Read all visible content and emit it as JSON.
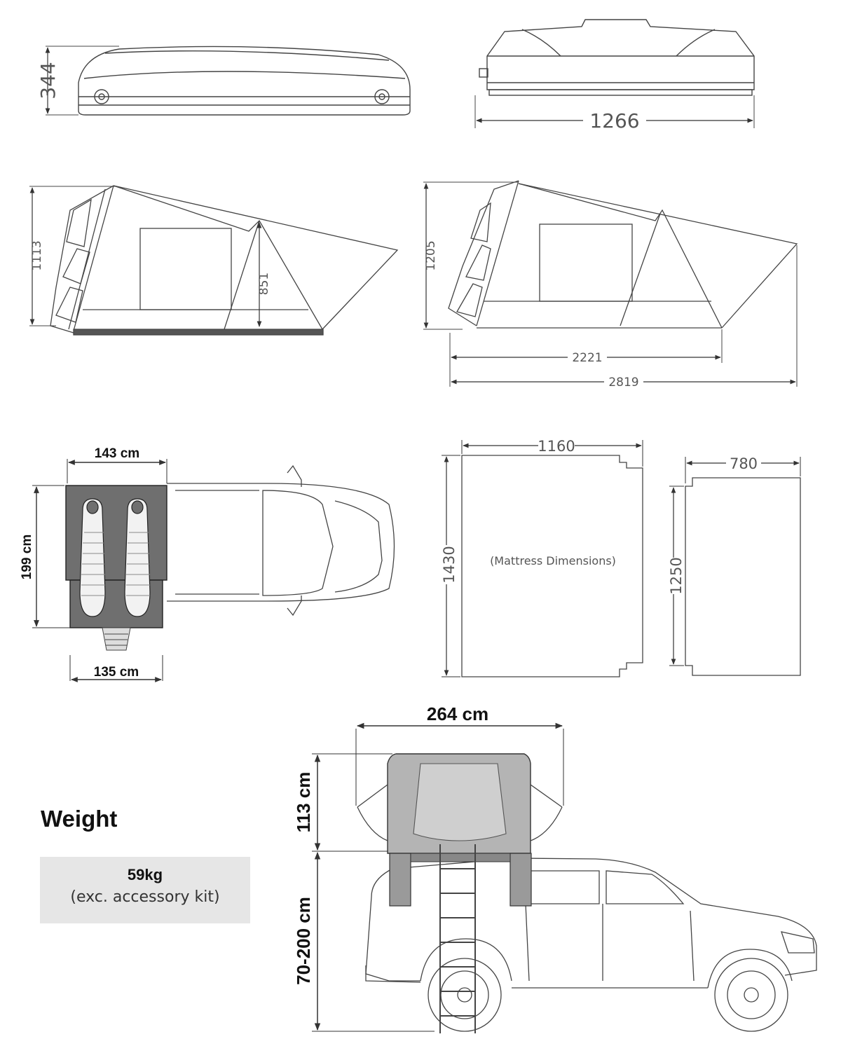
{
  "dimensions": {
    "closed_height": "344",
    "closed_width": "1266",
    "side_height_a": "1113",
    "side_inner_height_a": "851",
    "side_height_b": "1205",
    "base_length": "2221",
    "total_length": "2819",
    "top_width_top": "143 cm",
    "top_length": "199 cm",
    "top_width_bottom": "135 cm",
    "mattress_a_width": "1160",
    "mattress_a_length": "1430",
    "mattress_b_width": "780",
    "mattress_b_length": "1250",
    "mattress_caption": "(Mattress Dimensions)",
    "rear_width": "264 cm",
    "rear_tent_height": "113 cm",
    "rear_ground_height": "70-200 cm"
  },
  "weight": {
    "title": "Weight",
    "value": "59kg",
    "note": "(exc. accessory kit)"
  },
  "colors": {
    "line": "#444444",
    "fill_dark": "#6f6f6f",
    "fill_grey": "#b4b4b4",
    "panel": "#e6e6e6"
  }
}
